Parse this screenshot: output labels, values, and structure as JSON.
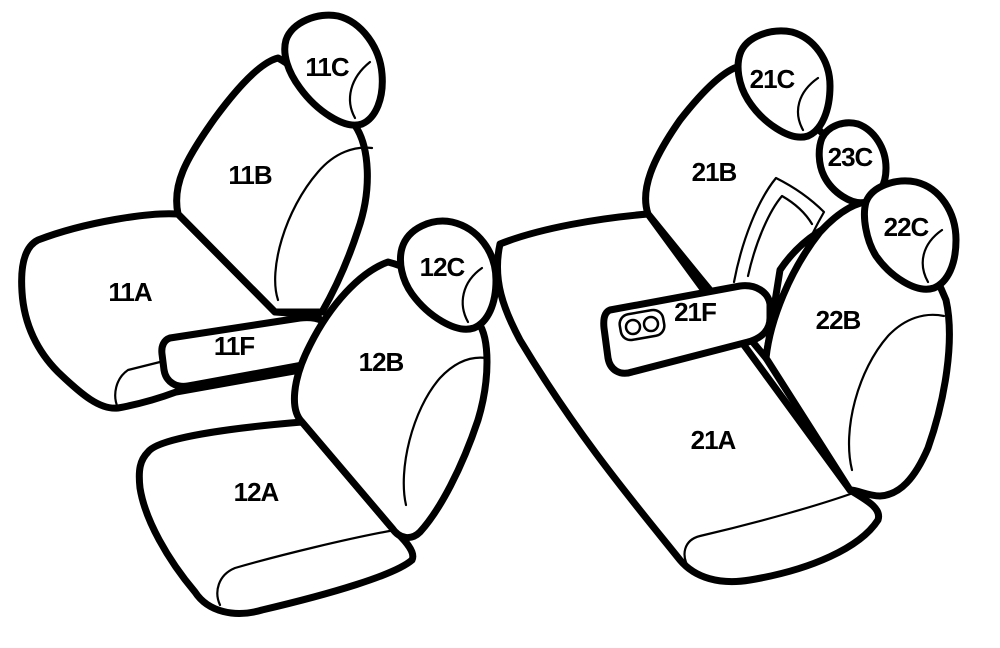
{
  "labels": {
    "seat_11A": "11A",
    "seat_11B": "11B",
    "seat_11C": "11C",
    "seat_11F": "11F",
    "seat_12A": "12A",
    "seat_12B": "12B",
    "seat_12C": "12C",
    "seat_21A": "21A",
    "seat_21B": "21B",
    "seat_21C": "21C",
    "seat_21F": "21F",
    "seat_22B": "22B",
    "seat_22C": "22C",
    "seat_23C": "23C"
  },
  "colors": {
    "line": "#000000",
    "fill": "#ffffff"
  }
}
